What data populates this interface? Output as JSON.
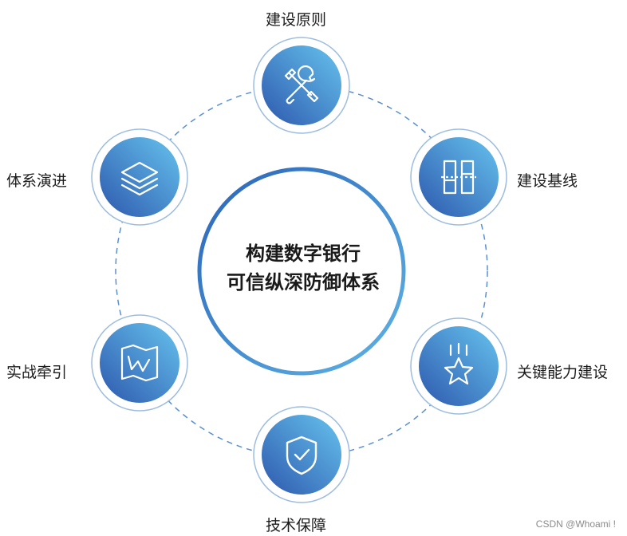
{
  "center": {
    "line1": "构建数字银行",
    "line2": "可信纵深防御体系"
  },
  "nodes": [
    {
      "label": "建设原则",
      "icon": "wrench-screwdriver-icon"
    },
    {
      "label": "建设基线",
      "icon": "baseline-bars-icon"
    },
    {
      "label": "关键能力建设",
      "icon": "star-icon"
    },
    {
      "label": "技术保障",
      "icon": "shield-check-icon"
    },
    {
      "label": "实战牵引",
      "icon": "map-icon"
    },
    {
      "label": "体系演进",
      "icon": "layers-icon"
    }
  ],
  "watermark": "CSDN @Whoami !",
  "colors": {
    "gradient_start": "#5fb8e6",
    "gradient_end": "#2f5fb0",
    "ring": "#7fa8d8",
    "dash": "#5a8fd0"
  }
}
